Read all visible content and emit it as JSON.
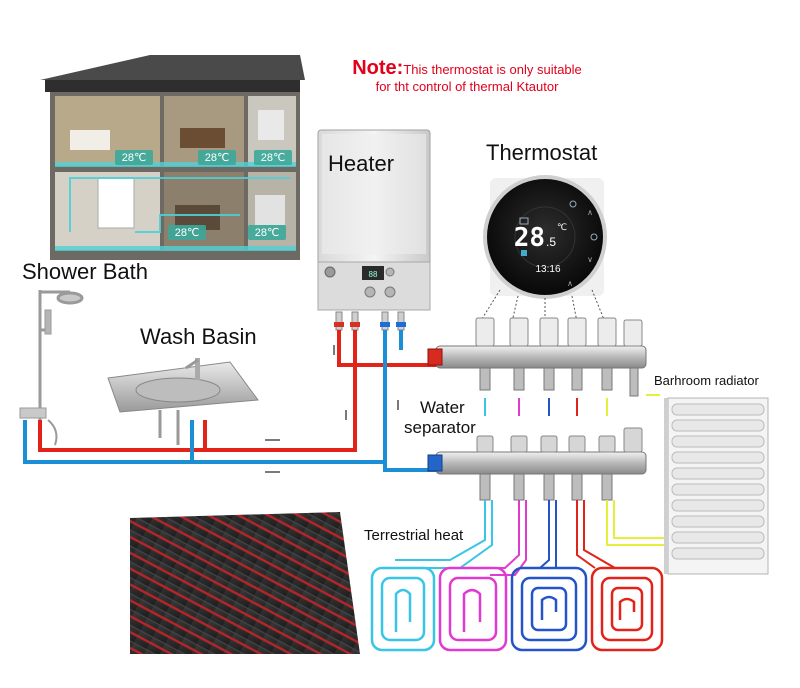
{
  "note": {
    "prefix": "Note:",
    "line1": "This thermostat is only suitable",
    "line2": "for tht control of thermal Ktautor"
  },
  "labels": {
    "heater": "Heater",
    "thermostat": "Thermostat",
    "shower_bath": "Shower Bath",
    "wash_basin": "Wash Basin",
    "water_separator_1": "Water",
    "water_separator_2": "separator",
    "bathroom_radiator": "Barhroom radiator",
    "terrestrial_heat": "Terrestrial heat"
  },
  "house": {
    "room_temps": [
      "28℃",
      "28℃",
      "28℃",
      "28℃",
      "28℃"
    ]
  },
  "thermostat_display": {
    "temperature": "28",
    "decimal": ".5",
    "unit": "℃",
    "time": "13:16"
  },
  "colors": {
    "hot_pipe": "#e2231a",
    "cold_pipe": "#1b8fd6",
    "note_red": "#e3001b",
    "loop_cyan": "#39c6e6",
    "loop_magenta": "#e03ad0",
    "loop_blue": "#2355c8",
    "loop_red": "#e2231a",
    "loop_yellow": "#e6ef3c"
  }
}
